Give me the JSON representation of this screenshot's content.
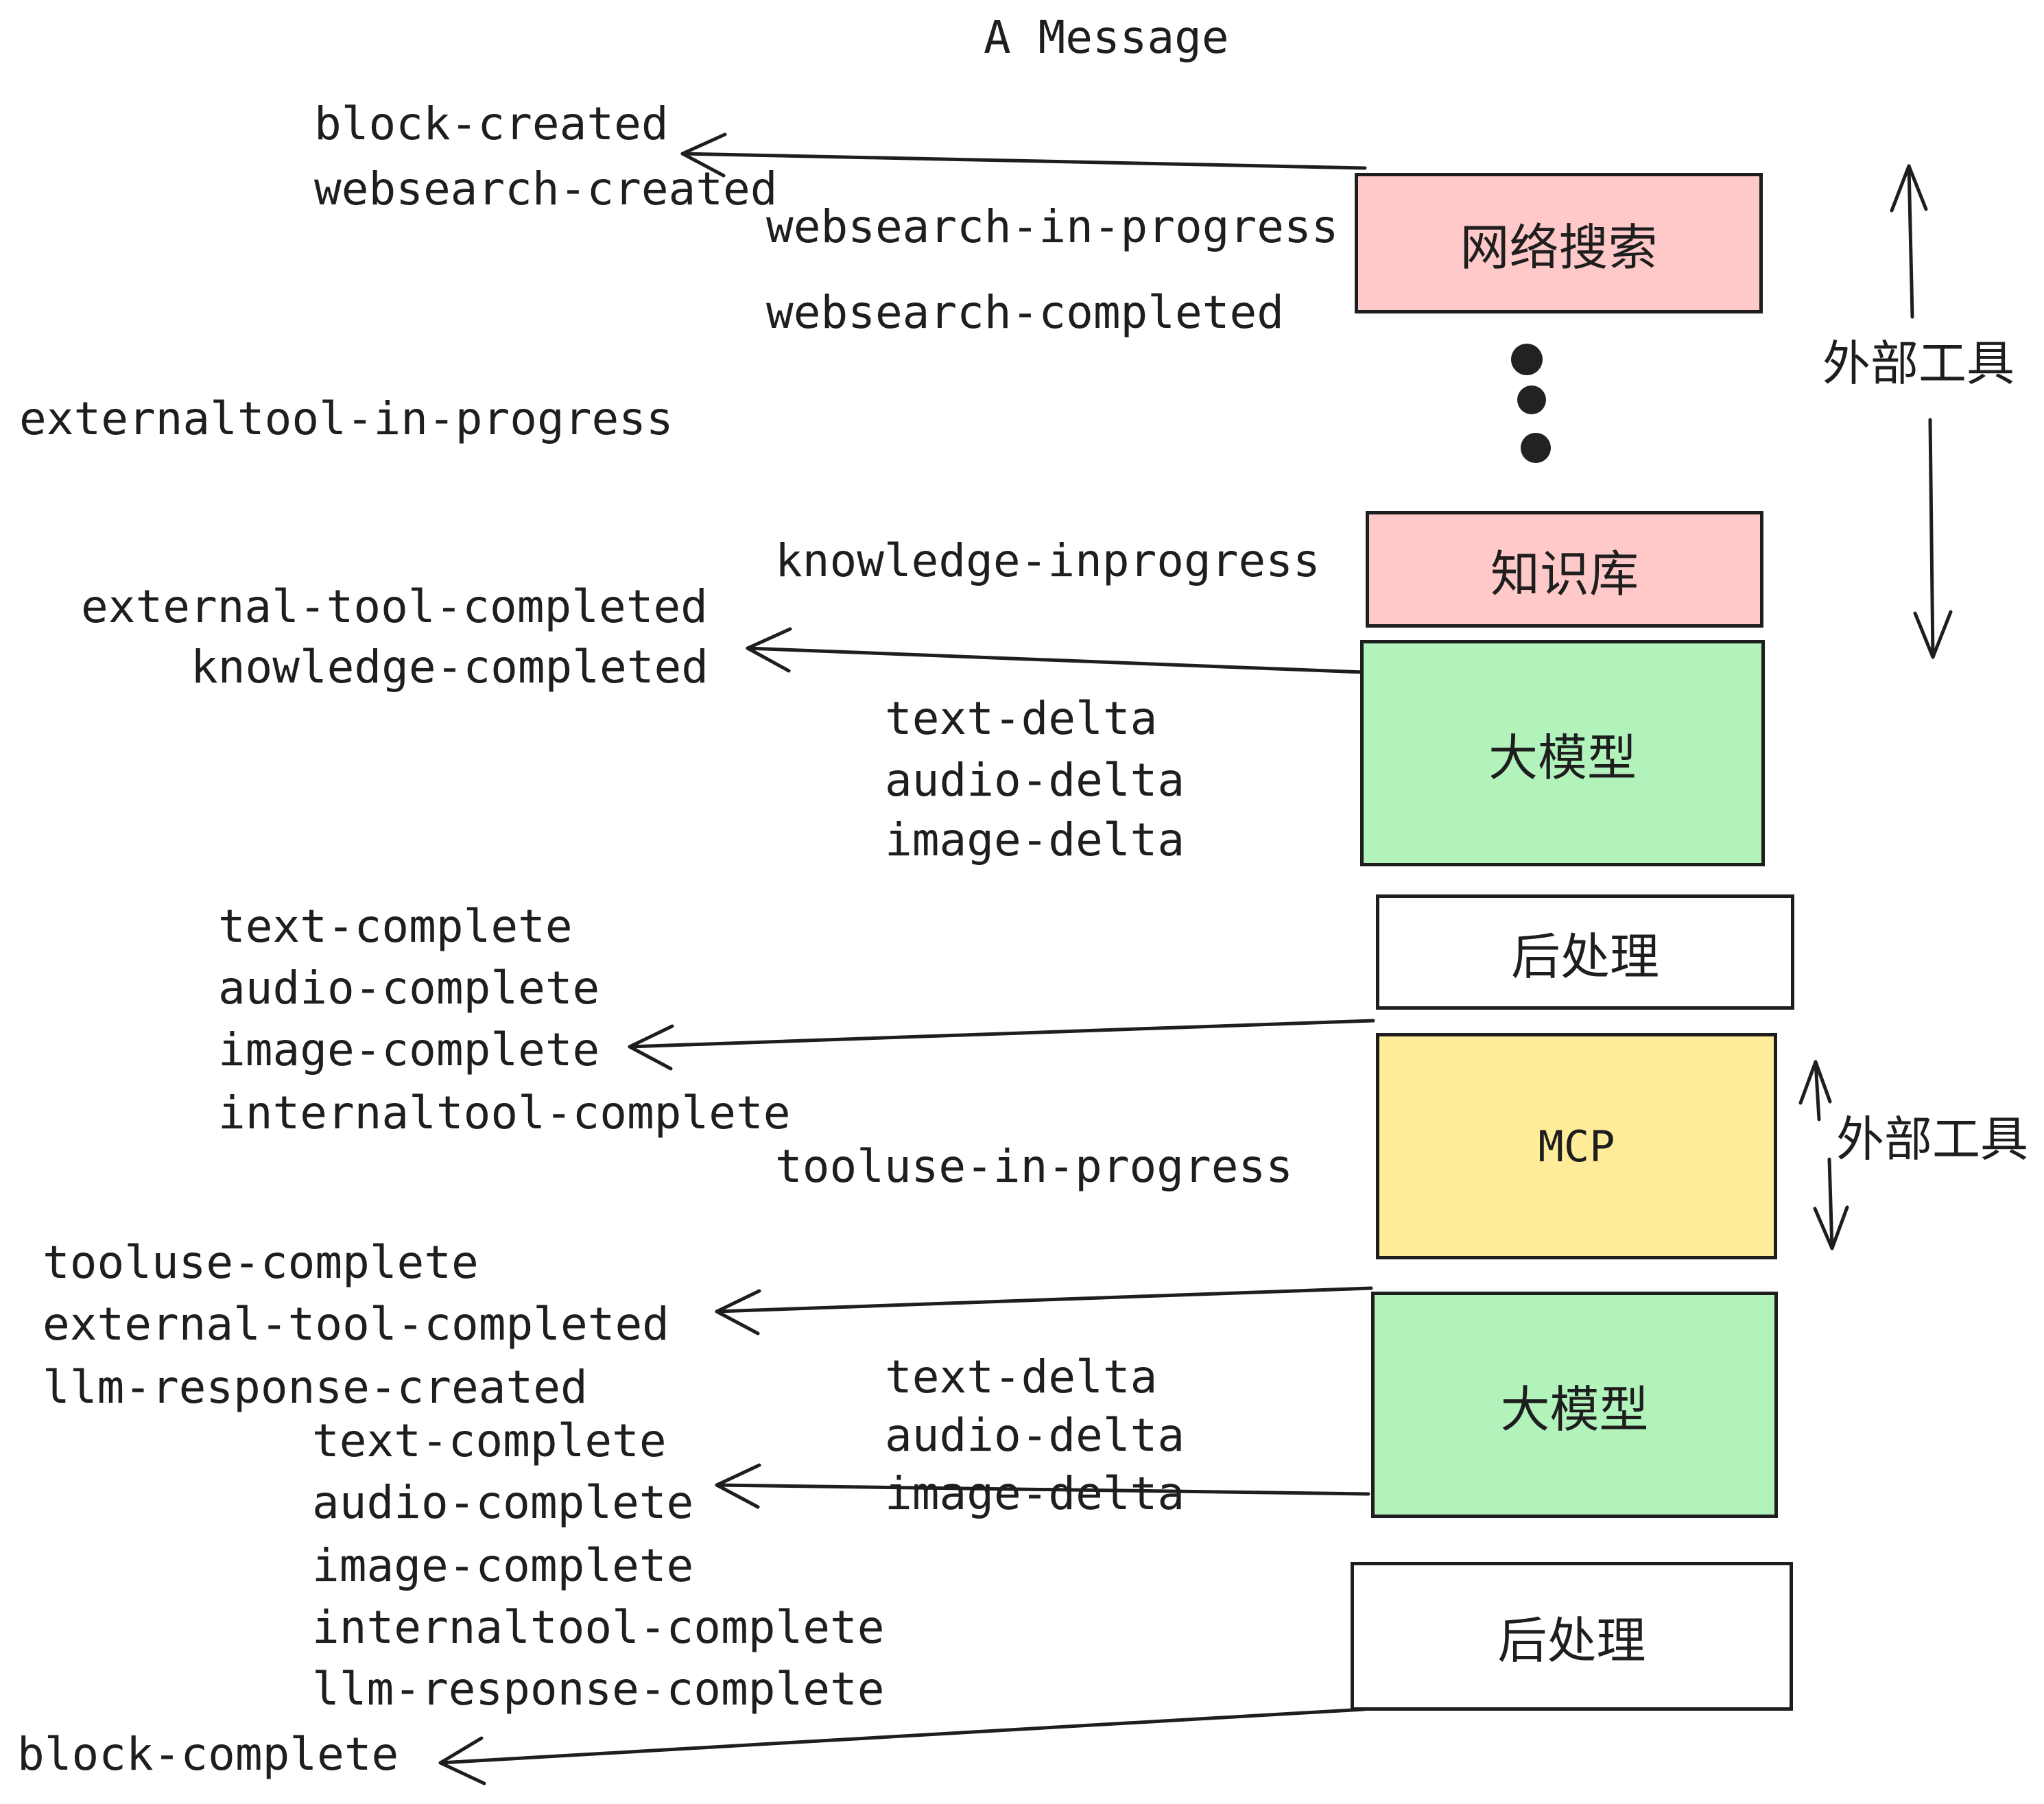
{
  "title": "A Message",
  "colors": {
    "ink": "#1e1e1e",
    "box_pink": "#ffc9c9",
    "box_green": "#b2f2bb",
    "box_yellow": "#ffec99",
    "box_white": "#ffffff",
    "background": "#ffffff"
  },
  "nodes": {
    "websearch": {
      "label": "网络搜索"
    },
    "knowledge": {
      "label": "知识库"
    },
    "llm1": {
      "label": "大模型"
    },
    "post1": {
      "label": "后处理"
    },
    "mcp": {
      "label": "MCP"
    },
    "llm2": {
      "label": "大模型"
    },
    "post2": {
      "label": "后处理"
    }
  },
  "annotations": {
    "external_tools_top": "外部工具",
    "external_tools_mid": "外部工具"
  },
  "events": [
    {
      "id": "block-created",
      "text": "block-created"
    },
    {
      "id": "websearch-created",
      "text": "websearch-created"
    },
    {
      "id": "websearch-in-progress",
      "text": "websearch-in-progress"
    },
    {
      "id": "websearch-completed",
      "text": "websearch-completed"
    },
    {
      "id": "externaltool-in-progress",
      "text": "externaltool-in-progress"
    },
    {
      "id": "knowledge-inprogress",
      "text": "knowledge-inprogress"
    },
    {
      "id": "external-tool-completed-1",
      "text": "external-tool-completed"
    },
    {
      "id": "knowledge-completed",
      "text": "knowledge-completed"
    },
    {
      "id": "text-delta-1",
      "text": "text-delta"
    },
    {
      "id": "audio-delta-1",
      "text": "audio-delta"
    },
    {
      "id": "image-delta-1",
      "text": "image-delta"
    },
    {
      "id": "text-complete-1",
      "text": "text-complete"
    },
    {
      "id": "audio-complete-1",
      "text": "audio-complete"
    },
    {
      "id": "image-complete-1",
      "text": "image-complete"
    },
    {
      "id": "internaltool-complete-1",
      "text": "internaltool-complete"
    },
    {
      "id": "tooluse-in-progress",
      "text": "tooluse-in-progress"
    },
    {
      "id": "tooluse-complete",
      "text": "tooluse-complete"
    },
    {
      "id": "external-tool-completed-2",
      "text": "external-tool-completed"
    },
    {
      "id": "llm-response-created",
      "text": "llm-response-created"
    },
    {
      "id": "text-complete-2",
      "text": "text-complete"
    },
    {
      "id": "audio-complete-2",
      "text": "audio-complete"
    },
    {
      "id": "image-complete-2",
      "text": "image-complete"
    },
    {
      "id": "internaltool-complete-2",
      "text": "internaltool-complete"
    },
    {
      "id": "llm-response-complete",
      "text": "llm-response-complete"
    },
    {
      "id": "block-complete",
      "text": "block-complete"
    },
    {
      "id": "text-delta-2",
      "text": "text-delta"
    },
    {
      "id": "audio-delta-2",
      "text": "audio-delta"
    },
    {
      "id": "image-delta-2",
      "text": "image-delta"
    }
  ]
}
